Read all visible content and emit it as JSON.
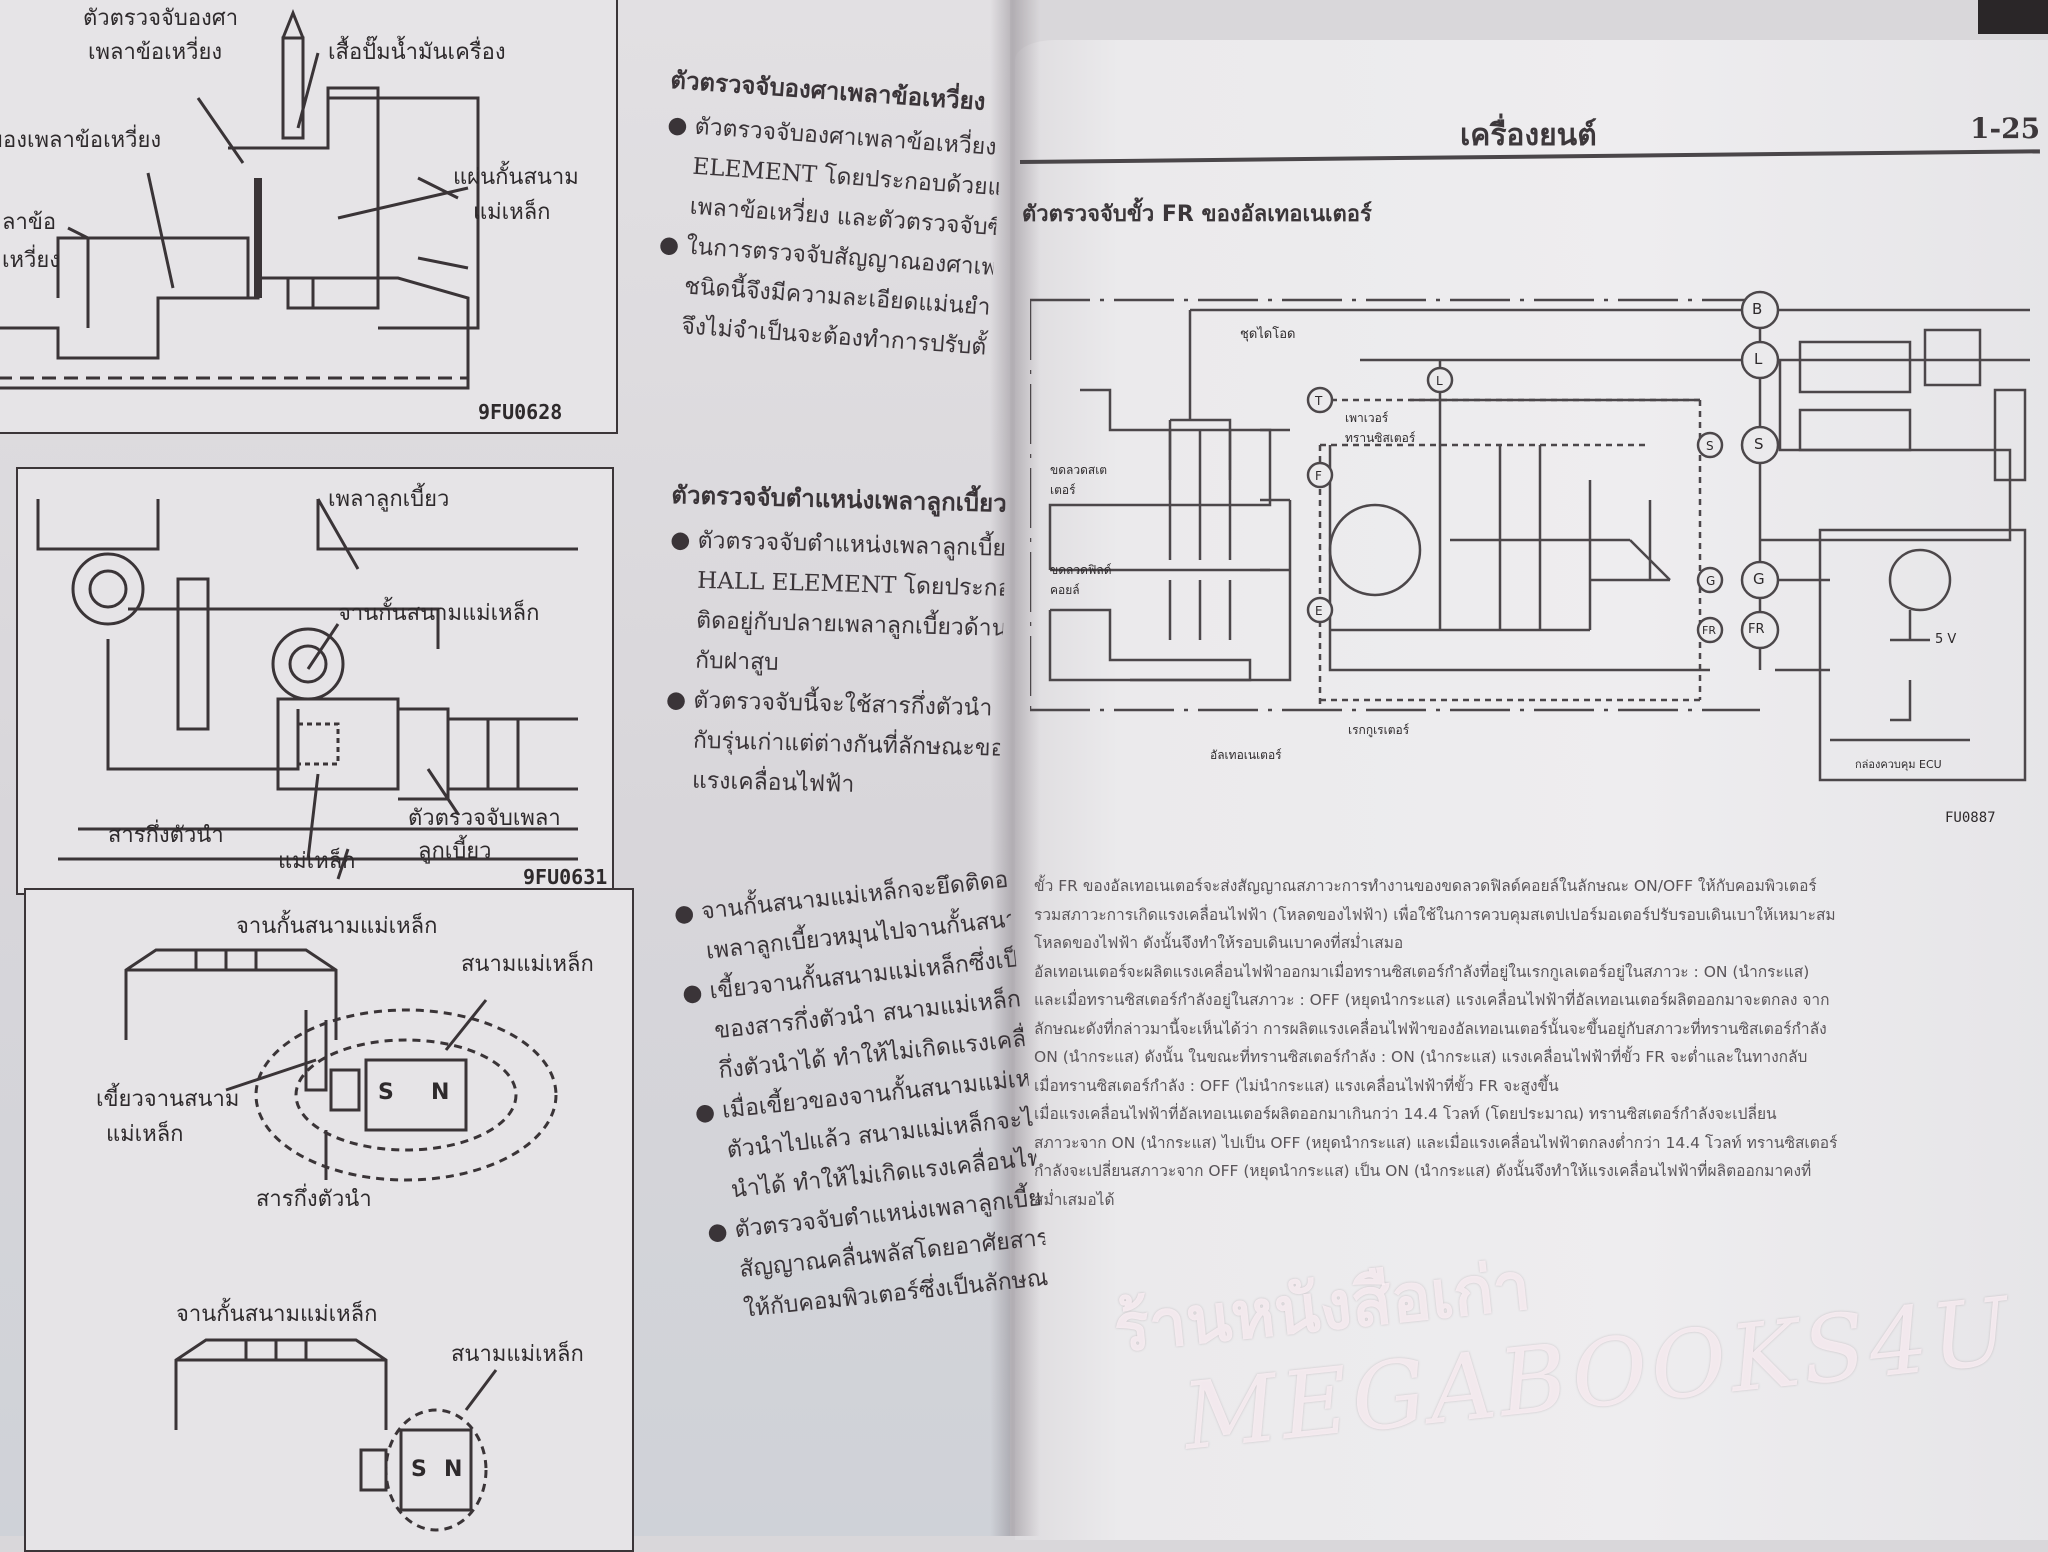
{
  "left_page": {
    "figure1": {
      "labels": [
        "ตัวตรวจจับองศา",
        "เพลาข้อเหวี่ยง",
        "เสื้อปั๊มน้ำมันเครื่อง",
        "ของเพลาข้อเหวี่ยง",
        "แผ่นกั้นสนาม",
        "แม่เหล็ก",
        "ลาข้อ",
        "เหวี่ยง"
      ],
      "code": "9FU0628"
    },
    "figure2": {
      "labels": [
        "เพลาลูกเบี้ยว",
        "จานกั้นสนามแม่เหล็ก",
        "ตัวตรวจจับเพลา",
        "ลูกเบี้ยว",
        "สารกึ่งตัวนำ",
        "แม่เหล็ก"
      ],
      "code": "9FU0631"
    },
    "figure3": {
      "labels": [
        "จานกั้นสนามแม่เหล็ก",
        "สนามแม่เหล็ก",
        "เขี้ยวจานสนาม",
        "แม่เหล็ก",
        "สารกึ่งตัวนำ",
        "จานกั้นสนามแม่เหล็ก",
        "สนามแม่เหล็ก"
      ],
      "magnet_s": "S",
      "magnet_n": "N"
    },
    "text_column": {
      "section1": {
        "heading": "ตัวตรวจจับองศาเพลาข้อเหวี่ยง",
        "lines": [
          {
            "t": "● ตัวตรวจจับองศาเพลาข้อเหวี่ยง",
            "k": "bul"
          },
          {
            "t": "ELEMENT โดยประกอบด้วยแผ่นกั้นสนาม",
            "k": "ind"
          },
          {
            "t": "เพลาข้อเหวี่ยง และตัวตรวจจับซึ่งติดตั้งอยู่",
            "k": "ind"
          },
          {
            "t": "● ในการตรวจจับสัญญาณองศาเพลาข้อเหวี่ยง",
            "k": "bul"
          },
          {
            "t": "ชนิดนี้จึงมีความละเอียดแม่นยำ และแน่นอน",
            "k": "ind"
          },
          {
            "t": "จึงไม่จำเป็นจะต้องทำการปรับตั้งองศาไฟจุด",
            "k": "ind"
          }
        ]
      },
      "section2": {
        "heading": "ตัวตรวจจับตำแหน่งเพลาลูกเบี้ยว",
        "lines": [
          {
            "t": "● ตัวตรวจจับตำแหน่งเพลาลูกเบี้ยว เป็นแบบ",
            "k": "bul"
          },
          {
            "t": "HALL ELEMENT โดยประกอบด้วยจานกั้นสนาม",
            "k": "ind"
          },
          {
            "t": "ติดอยู่กับปลายเพลาลูกเบี้ยวด้านหลัง และตัวตรวจ",
            "k": "ind"
          },
          {
            "t": "กับฝาสูบ",
            "k": "ind"
          },
          {
            "t": "● ตัวตรวจจับนี้จะใช้สารกึ่งตัวนำ (HALL ELEMENT)",
            "k": "bul"
          },
          {
            "t": "กับรุ่นเก่าแต่ต่างกันที่ลักษณะของสนามแม่เหล็ก",
            "k": "ind"
          },
          {
            "t": "แรงเคลื่อนไฟฟ้า",
            "k": "ind"
          }
        ]
      },
      "section3": {
        "lines": [
          {
            "t": "● จานกั้นสนามแม่เหล็กจะยึดติดอยู่กับ",
            "k": "bul"
          },
          {
            "t": "เพลาลูกเบี้ยวหมุนไปจานกั้นสนามแม่เหล็ก",
            "k": "ind"
          },
          {
            "t": "● เขี้ยวจานกั้นสนามแม่เหล็กซึ่งเป็นเหล็ก",
            "k": "bul"
          },
          {
            "t": "ของสารกึ่งตัวนำ สนามแม่เหล็กจะไม่ผ่าน",
            "k": "ind"
          },
          {
            "t": "กึ่งตัวนำได้ ทำให้ไม่เกิดแรงเคลื่อนไฟฟ้า",
            "k": "ind"
          },
          {
            "t": "● เมื่อเขี้ยวของจานกั้นสนามแม่เหล็กจะไม่ขวาง",
            "k": "bul"
          },
          {
            "t": "ตัวนำไปแล้ว สนามแม่เหล็กจะไม่ผ่าน",
            "k": "ind"
          },
          {
            "t": "นำได้ ทำให้ไม่เกิดแรงเคลื่อนไฟฟ้าขึ้น",
            "k": "ind"
          },
          {
            "t": "● ตัวตรวจจับตำแหน่งเพลาลูกเบี้ยวจะส่ง",
            "k": "bul"
          },
          {
            "t": "สัญญาณคลื่นพลัสโดยอาศัยสารกึ่งตัวนำ",
            "k": "ind"
          },
          {
            "t": "ให้กับคอมพิวเตอร์ซึ่งเป็นลักษณะสัญญาณ",
            "k": "ind"
          }
        ]
      }
    }
  },
  "right_page": {
    "header_title": "เครื่องยนต์",
    "page_number": "1-25",
    "subtitle": "ตัวตรวจจับขั้ว FR ของอัลเทอเนเตอร์",
    "diagram": {
      "terminals": [
        "B",
        "L",
        "S",
        "G",
        "FR"
      ],
      "internal_terminals": [
        "T",
        "F",
        "E",
        "L",
        "S",
        "G",
        "FR"
      ],
      "labels": {
        "diode_set": "ชุดไดโอด",
        "stator_coil": "ขดลวดสเตเตอร์",
        "field_coil": "ขดลวดฟิลด์คอยล์",
        "power_transistor": "เพาเวอร์ทรานซิสเตอร์",
        "regulator": "เรกกูเรเตอร์",
        "alternator": "อัลเทอเนเตอร์",
        "ecu_box": "กล่องควบคุม ECU",
        "voltage": "5 V"
      },
      "code": "FU0887"
    },
    "paragraph_lines": [
      "ขั้ว FR ของอัลเทอเนเตอร์จะส่งสัญญาณสภาวะการทำงานของขดลวดฟิลด์คอยล์ในลักษณะ ON/OFF ให้กับคอมพิวเตอร์",
      "รวมสภาวะการเกิดแรงเคลื่อนไฟฟ้า (โหลดของไฟฟ้า) เพื่อใช้ในการควบคุมสเตปเปอร์มอเตอร์ปรับรอบเดินเบาให้เหมาะสม",
      "โหลดของไฟฟ้า ดังนั้นจึงทำให้รอบเดินเบาคงที่สม่ำเสมอ",
      "อัลเทอเนเตอร์จะผลิตแรงเคลื่อนไฟฟ้าออกมาเมื่อทรานซิสเตอร์กำลังที่อยู่ในเรกกูเลเตอร์อยู่ในสภาวะ : ON (นำกระแส)",
      "และเมื่อทรานซิสเตอร์กำลังอยู่ในสภาวะ : OFF (หยุดนำกระแส) แรงเคลื่อนไฟฟ้าที่อัลเทอเนเตอร์ผลิตออกมาจะตกลง จาก",
      "ลักษณะดังที่กล่าวมานี้จะเห็นได้ว่า การผลิตแรงเคลื่อนไฟฟ้าของอัลเทอเนเตอร์นั้นจะขึ้นอยู่กับสภาวะที่ทรานซิสเตอร์กำลัง",
      "ON (นำกระแส) ดังนั้น ในขณะที่ทรานซิสเตอร์กำลัง : ON (นำกระแส) แรงเคลื่อนไฟฟ้าที่ขั้ว FR จะต่ำและในทางกลับ",
      "เมื่อทรานซิสเตอร์กำลัง : OFF (ไม่นำกระแส) แรงเคลื่อนไฟฟ้าที่ขั้ว FR จะสูงขึ้น",
      "เมื่อแรงเคลื่อนไฟฟ้าที่อัลเทอเนเตอร์ผลิตออกมาเกินกว่า 14.4 โวลท์ (โดยประมาณ) ทรานซิสเตอร์กำลังจะเปลี่ยน",
      "สภาวะจาก ON (นำกระแส) ไปเป็น OFF (หยุดนำกระแส) และเมื่อแรงเคลื่อนไฟฟ้าตกลงต่ำกว่า 14.4 โวลท์ ทรานซิสเตอร์",
      "กำลังจะเปลี่ยนสภาวะจาก OFF (หยุดนำกระแส) เป็น ON (นำกระแส) ดังนั้นจึงทำให้แรงเคลื่อนไฟฟ้าที่ผลิตออกมาคงที่",
      "สม่ำเสมอได้"
    ]
  },
  "watermark": {
    "line1": "ร้านหนังสือเก่า",
    "line2": "MEGABOOKS4U"
  }
}
